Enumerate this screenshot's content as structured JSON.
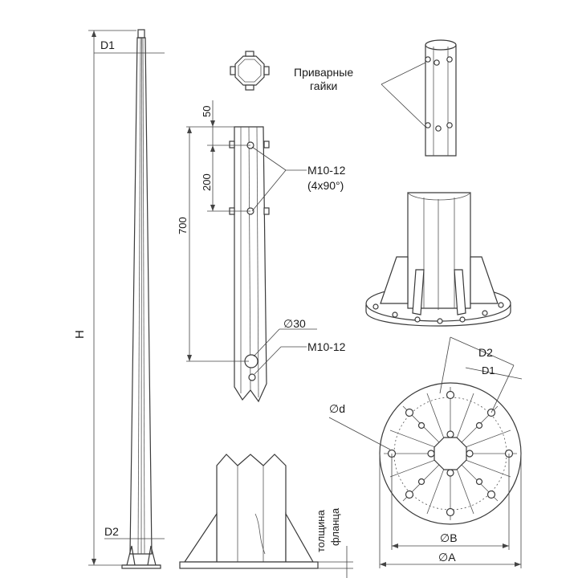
{
  "labels": {
    "d1_pole": "D1",
    "d2_pole": "D2",
    "h": "H",
    "dim_50": "50",
    "dim_200": "200",
    "dim_700": "700",
    "nut_spec": "M10-12",
    "nut_pattern": "(4x90°)",
    "hole_dia": "∅30",
    "nut_spec_2": "M10-12",
    "welded_nuts_line1": "Приварные",
    "welded_nuts_line2": "гайки",
    "flange_thickness_line1": "толщина",
    "flange_thickness_line2": "фланца",
    "flange_d2": "D2",
    "flange_d1": "D1",
    "bolt_hole_d": "∅d",
    "flange_b": "∅B",
    "flange_a": "∅A"
  }
}
